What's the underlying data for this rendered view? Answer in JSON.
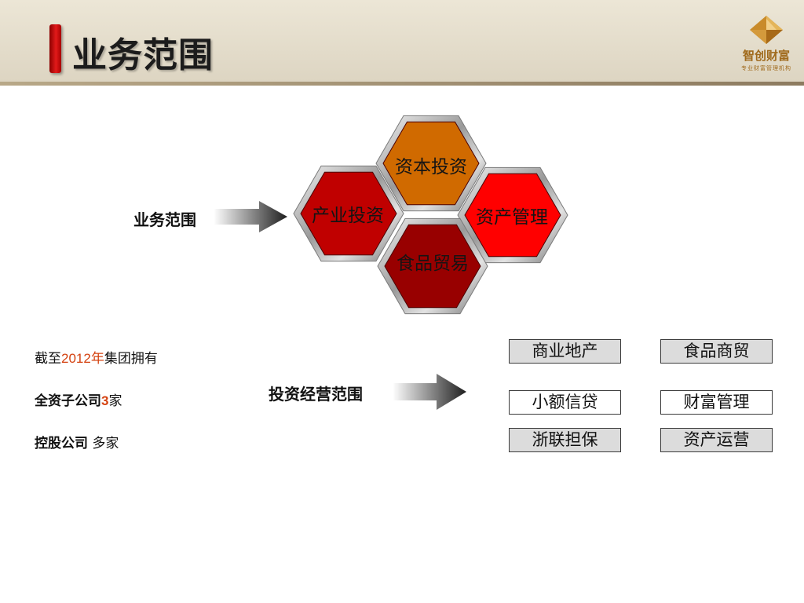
{
  "header": {
    "title": "业务范围"
  },
  "logo": {
    "name": "智创财富",
    "subtitle": "专业财富管理机构",
    "icon": "gold-diamond-logo-icon"
  },
  "hexagons": [
    {
      "label": "资本投资",
      "color": "#d06a00"
    },
    {
      "label": "产业投资",
      "color": "#c00000"
    },
    {
      "label": "资产管理",
      "color": "#ff0000"
    },
    {
      "label": "食品贸易",
      "color": "#980000"
    }
  ],
  "business_label": "业务范围",
  "invest_label": "投资经营范围",
  "boxes": [
    {
      "label": "商业地产",
      "highlight": true
    },
    {
      "label": "食品商贸",
      "highlight": true
    },
    {
      "label": "小额信贷",
      "highlight": false
    },
    {
      "label": "财富管理",
      "highlight": false
    },
    {
      "label": "浙联担保",
      "highlight": true
    },
    {
      "label": "资产运营",
      "highlight": true
    }
  ],
  "stats": {
    "line1": {
      "prefix": "截至",
      "year": "2012年",
      "suffix": "集团拥有"
    },
    "line2": {
      "label": "全资子公司",
      "count": "3",
      "unit": "家"
    },
    "line3": {
      "label": "控股公司",
      "value": "多家"
    }
  },
  "colors": {
    "accent": "#d4410f",
    "box_highlight": "#dcdcdc",
    "title_bar": "#e21a1a"
  }
}
